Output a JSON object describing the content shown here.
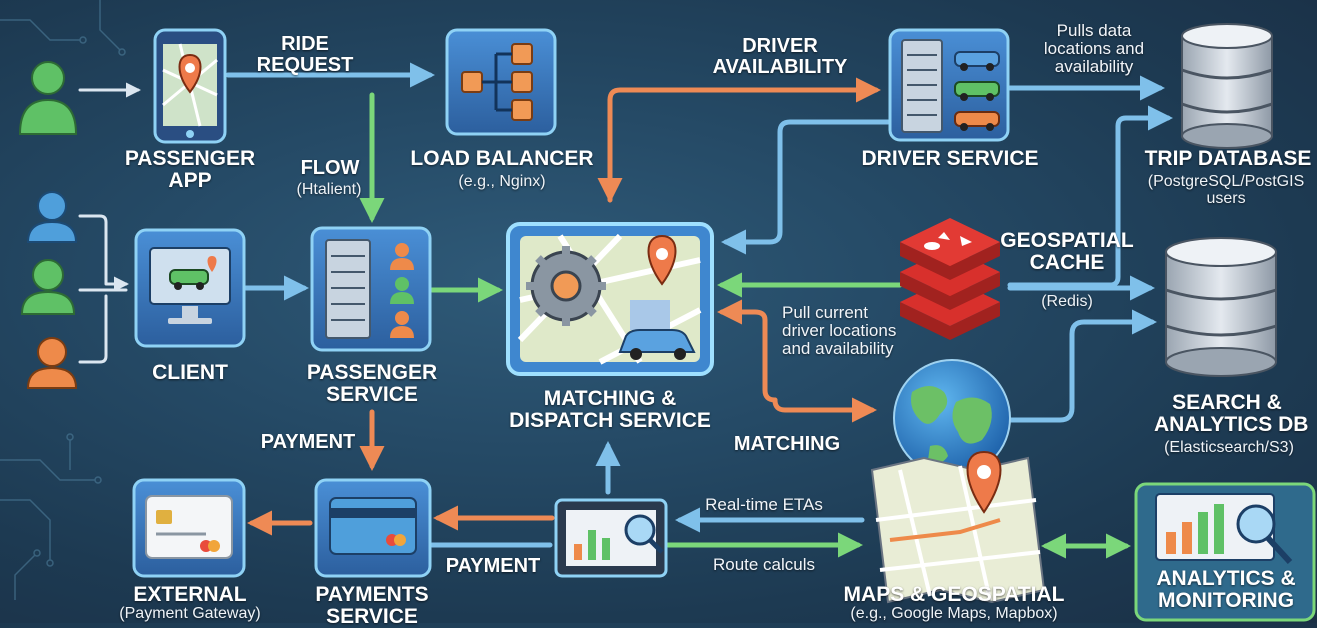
{
  "nodes": {
    "passenger_app": {
      "title_1": "PASSENGER",
      "title_2": "APP"
    },
    "load_balancer": {
      "title": "LOAD BALANCER",
      "sub": "(e.g., Nginx)"
    },
    "driver_service": {
      "title": "DRIVER SERVICE"
    },
    "trip_database": {
      "title": "TRIP DATABASE",
      "sub_1": "(PostgreSQL/PostGIS",
      "sub_2": "users"
    },
    "client": {
      "title": "CLIENT"
    },
    "passenger_service": {
      "title_1": "PASSENGER",
      "title_2": "SERVICE"
    },
    "matching_service": {
      "title_1": "MATCHING &",
      "title_2": "DISPATCH SERVICE"
    },
    "geospatial_cache": {
      "title_1": "GEOSPATIAL",
      "title_2": "CACHE",
      "sub": "(Redis)"
    },
    "search_db": {
      "title_1": "SEARCH &",
      "title_2": "ANALYTICS DB",
      "sub": "(Elasticsearch/S3)"
    },
    "external": {
      "title": "EXTERNAL",
      "sub": "(Payment Gateway)"
    },
    "payments_service": {
      "title_1": "PAYMENTS",
      "title_2": "SERVICE"
    },
    "maps": {
      "title": "MAPS & GEOSPATIAL",
      "sub": "(e.g., Google Maps, Mapbox)"
    },
    "analytics": {
      "title_1": "ANALYTICS &",
      "title_2": "MONITORING"
    }
  },
  "flows": {
    "ride_request_1": "RIDE",
    "ride_request_2": "REQUEST",
    "flow": "FLOW",
    "flow_sub": "(Htalient)",
    "driver_availability_1": "DRIVER",
    "driver_availability_2": "AVAILABILITY",
    "pulls_data_1": "Pulls data",
    "pulls_data_2": "locations and",
    "pulls_data_3": "availability",
    "pull_current_1": "Pull current",
    "pull_current_2": "driver locations",
    "pull_current_3": "and availability",
    "matching": "MATCHING",
    "payment_left": "PAYMENT",
    "payment_bottom": "PAYMENT",
    "realtime_etas": "Real-time ETAs",
    "route_calculs": "Route calculs"
  },
  "colors": {
    "green_arrow": "#7bd77a",
    "blue_arrow": "#7fc0ea",
    "orange_arrow": "#ee8a55",
    "panel_fill": "#3a7cc4",
    "panel_border": "#8fd2f5",
    "person_green": "#5fc166",
    "person_blue": "#4f9fdb",
    "person_orange": "#ee8a4a",
    "redis_red": "#d8302c"
  }
}
